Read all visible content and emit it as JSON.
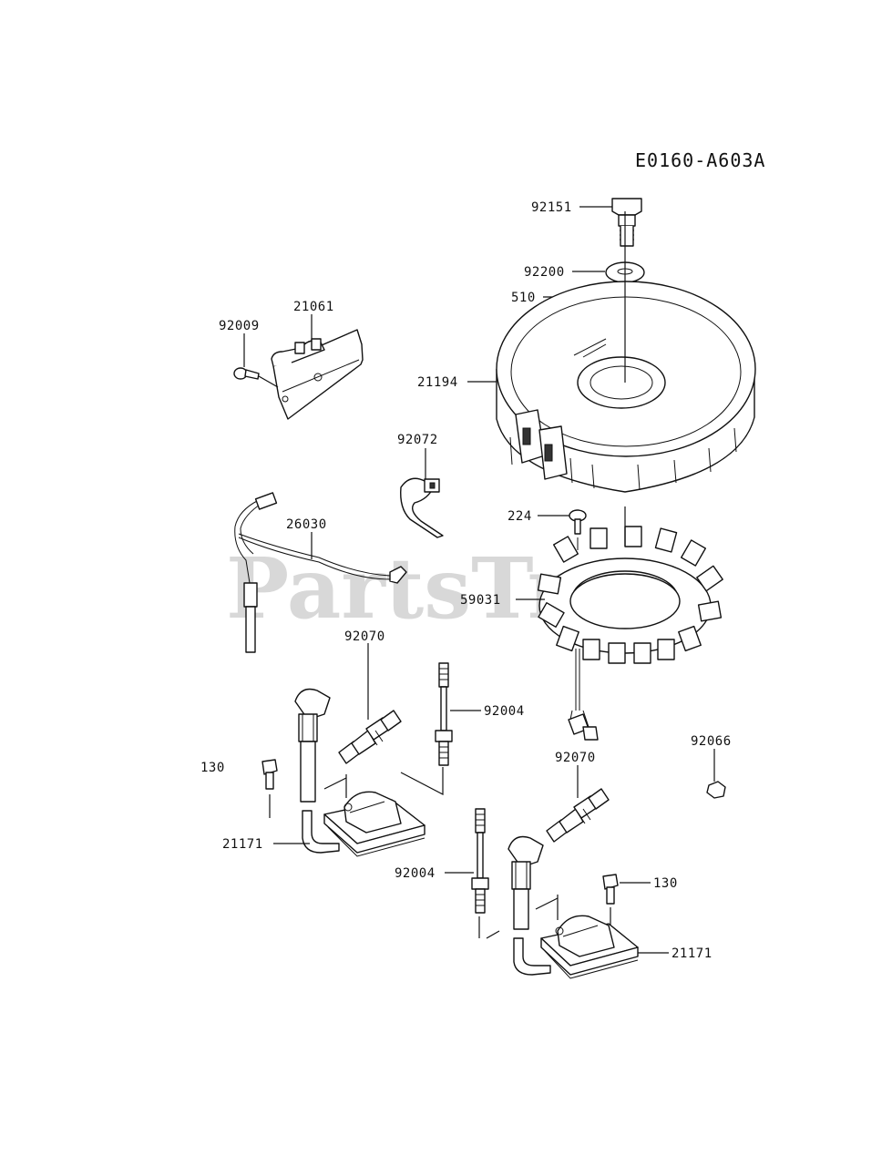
{
  "diagram_code": "E0160-A603A",
  "watermark": "PartsTree",
  "parts": {
    "p92151": "92151",
    "p92200": "92200",
    "p510": "510",
    "p21061": "21061",
    "p92009": "92009",
    "p21194": "21194",
    "p92072": "92072",
    "p26030": "26030",
    "p224": "224",
    "p59031": "59031",
    "p92070a": "92070",
    "p92004a": "92004",
    "p130a": "130",
    "p92066": "92066",
    "p92070b": "92070",
    "p21171a": "21171",
    "p92004b": "92004",
    "p130b": "130",
    "p21171b": "21171"
  }
}
